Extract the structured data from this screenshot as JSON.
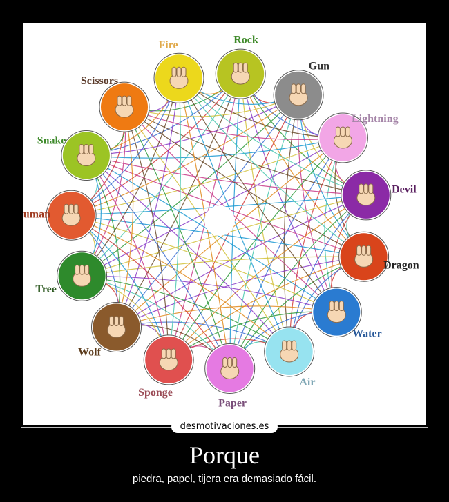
{
  "diagram": {
    "nodes": [
      {
        "label": "Rock",
        "color": "#b7c422",
        "label_color": "#3f8a2a"
      },
      {
        "label": "Gun",
        "color": "#8c8c8c",
        "label_color": "#333333"
      },
      {
        "label": "Lightning",
        "color": "#f2a6e6",
        "label_color": "#a585a8"
      },
      {
        "label": "Devil",
        "color": "#8b2aa6",
        "label_color": "#5a2060"
      },
      {
        "label": "Dragon",
        "color": "#d9441b",
        "label_color": "#222222"
      },
      {
        "label": "Water",
        "color": "#2a7bd1",
        "label_color": "#2a5a9a"
      },
      {
        "label": "Air",
        "color": "#97e3f0",
        "label_color": "#7fa7b5"
      },
      {
        "label": "Paper",
        "color": "#e57ae2",
        "label_color": "#7a4f7a"
      },
      {
        "label": "Sponge",
        "color": "#e0504f",
        "label_color": "#9a4a55"
      },
      {
        "label": "Wolf",
        "color": "#8a5a2c",
        "label_color": "#5a3a1a"
      },
      {
        "label": "Tree",
        "color": "#2e8a2c",
        "label_color": "#2e5a22"
      },
      {
        "label": "Human",
        "color": "#e25a30",
        "label_color": "#a03c22"
      },
      {
        "label": "Snake",
        "color": "#9cc424",
        "label_color": "#3d8a2a"
      },
      {
        "label": "Scissors",
        "color": "#ef7a12",
        "label_color": "#5a3a2a"
      },
      {
        "label": "Fire",
        "color": "#ecd81c",
        "label_color": "#e0a94a"
      }
    ]
  },
  "watermark": "desmotivaciones.es",
  "caption": {
    "title": "Porque",
    "subtitle": "piedra, papel, tijera era demasiado fácil."
  }
}
